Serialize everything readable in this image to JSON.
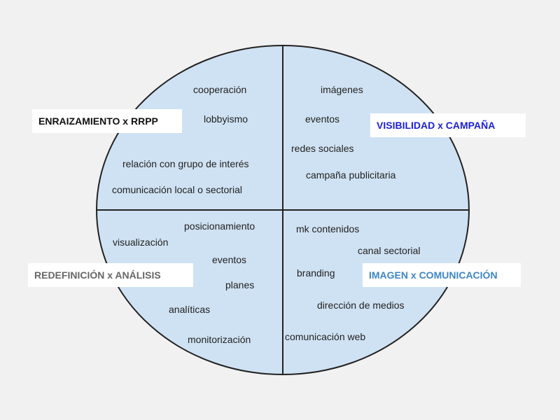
{
  "colors": {
    "background": "#f1f1f1",
    "circle_fill": "#cfe2f3",
    "circle_stroke": "#222222",
    "label_top_left": "#111111",
    "label_top_right": "#1b1fd6",
    "label_bottom_left": "#666666",
    "label_bottom_right": "#3d85c6"
  },
  "quadrants": {
    "top_left": {
      "label": "ENRAIZAMIENTO x RRPP",
      "items": [
        "cooperación",
        "lobbyismo",
        "relación con grupo de interés",
        "comunicación local o sectorial"
      ]
    },
    "top_right": {
      "label": "VISIBILIDAD x CAMPAÑA",
      "items": [
        "imágenes",
        "eventos",
        "redes sociales",
        "campaña publicitaria"
      ]
    },
    "bottom_left": {
      "label": "REDEFINICIÓN x ANÁLISIS",
      "items": [
        "posicionamiento",
        "visualización",
        "eventos",
        "planes",
        "analíticas",
        "monitorización"
      ]
    },
    "bottom_right": {
      "label": "IMAGEN x COMUNICACIÓN",
      "items": [
        "mk contenidos",
        "canal sectorial",
        "branding",
        "dirección de medios",
        "comunicación web"
      ]
    }
  }
}
